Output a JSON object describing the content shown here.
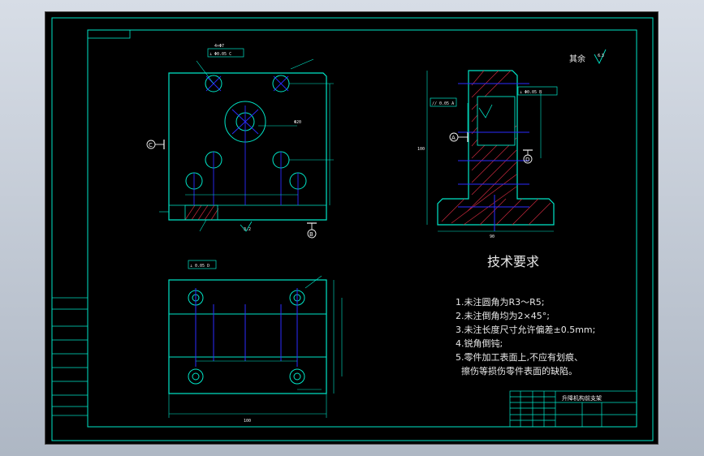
{
  "drawing": {
    "roughness_note": "其余",
    "roughness_value": "6.3",
    "tech_title": "技术要求",
    "tech_items": [
      "1.未注圆角为R3～R5;",
      "2.未注倒角均为2×45°;",
      "3.未注长度尺寸允许偏差±0.5mm;",
      "4.锐角倒钝;",
      "5.零件加工表面上,不应有划痕、",
      "  擦伤等损伤零件表面的缺陷。"
    ],
    "title_block_name": "升降机构前支架",
    "datum_labels": [
      "C",
      "B",
      "A",
      "D"
    ],
    "dims": {
      "overall_width": "100",
      "side_height": "100",
      "side_base": "90",
      "plan_width": "100",
      "hole_spec": "4×Φ7",
      "center_dia": "Φ20",
      "roughness_bottom": "3.2",
      "tol_frame_1": "⊥ Φ0.05 C",
      "tol_frame_2": "⊥ Φ0.05 B",
      "tol_frame_3": "// 0.05 A",
      "tol_frame_4": "⊥ 0.05 D"
    }
  },
  "colors": {
    "outline": "#00e6c8",
    "center": "#2b2bff",
    "hatch": "#c8283c",
    "text": "#f2f2f2",
    "background": "#000000"
  }
}
